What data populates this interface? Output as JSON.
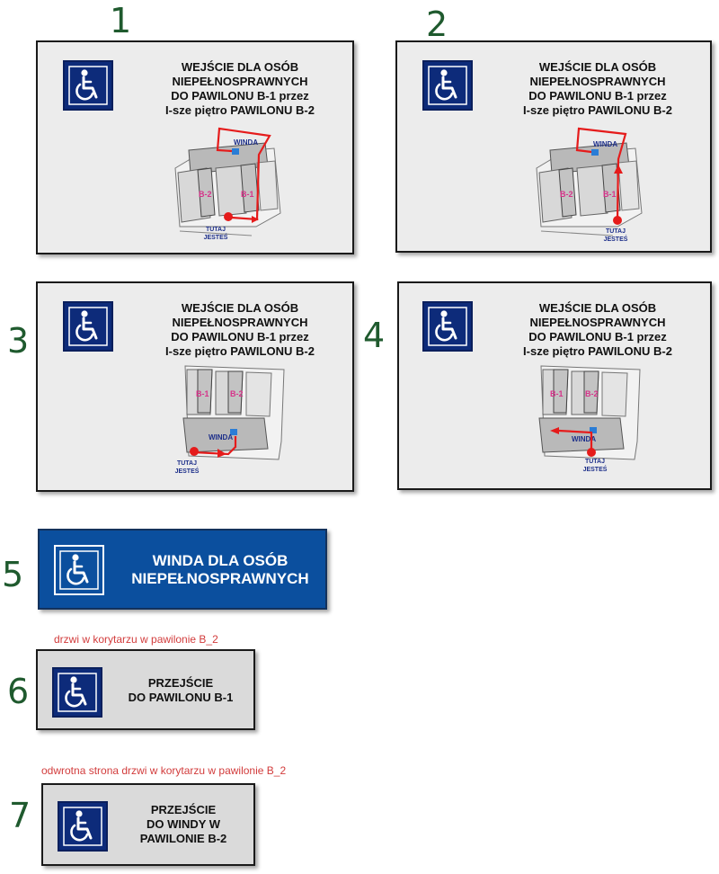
{
  "numbers": [
    "1",
    "2",
    "3",
    "4",
    "5",
    "6",
    "7"
  ],
  "map_sign": {
    "title_lines": [
      "WEJŚCIE DLA OSÓB",
      "NIEPEŁNOSPRAWNYCH",
      "DO PAWILONU B-1 przez",
      "I-sze piętro PAWILONU B-2"
    ],
    "label_b1": "B-1",
    "label_b2": "B-2",
    "label_winda": "WINDA",
    "tutaj_lines": [
      "TUTAJ",
      "JESTEŚ"
    ]
  },
  "elevator_sign": {
    "title_lines": [
      "WINDA DLA OSÓB",
      "NIEPEŁNOSPRAWNYCH"
    ]
  },
  "sign6": {
    "note": "drzwi w korytarzu w pawilonie B_2",
    "title_lines": [
      "PRZEJŚCIE",
      "DO PAWILONU B-1"
    ]
  },
  "sign7": {
    "note": "odwrotna strona drzwi w korytarzu w pawilonie B_2",
    "title_lines": [
      "PRZEJŚCIE",
      "DO WINDY W",
      "PAWILONIE  B-2"
    ]
  },
  "icons": {
    "accessibility": "wheelchair-icon"
  },
  "colors": {
    "icon_blue": "#0d2b7a",
    "sign_blue": "#0b4f9e",
    "route_red": "#e51b1b",
    "number_green": "#1f5a2e",
    "note_red": "#d23c3c",
    "label_pink": "#d6338a"
  }
}
